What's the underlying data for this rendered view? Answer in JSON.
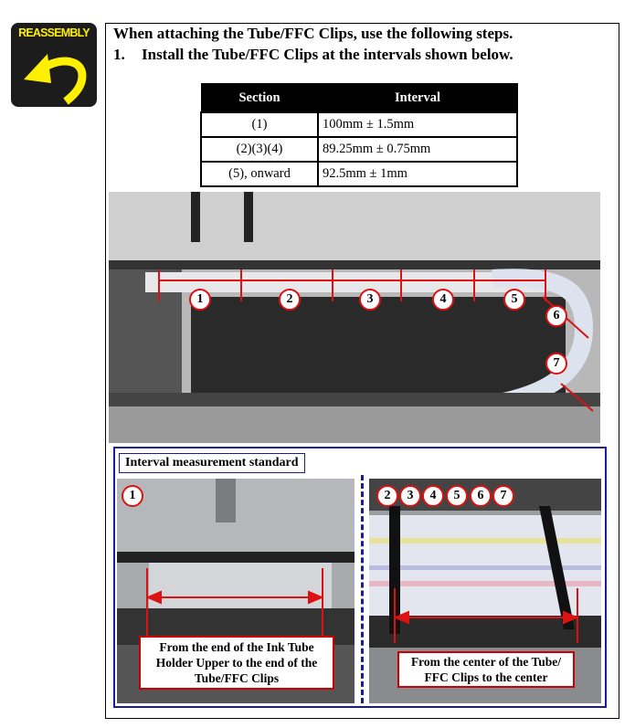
{
  "icon": {
    "label": "REASSEMBLY",
    "name": "reassembly-arrow-icon"
  },
  "intro": "When attaching the Tube/FFC Clips, use the following steps.",
  "step": {
    "number": "1.",
    "text": "Install the Tube/FFC Clips at the intervals shown below."
  },
  "table": {
    "headers": [
      "Section",
      "Interval"
    ],
    "rows": [
      [
        "(1)",
        "100mm ± 1.5mm"
      ],
      [
        "(2)(3)(4)",
        "89.25mm ± 0.75mm"
      ],
      [
        "(5), onward",
        "92.5mm ± 1mm"
      ]
    ]
  },
  "main_photo": {
    "markers": [
      "1",
      "2",
      "3",
      "4",
      "5",
      "6",
      "7"
    ]
  },
  "standard": {
    "title": "Interval measurement standard",
    "left": {
      "marker": "1",
      "caption_lines": [
        "From the end of the Ink Tube",
        "Holder Upper to the end of the",
        "Tube/FFC Clips"
      ]
    },
    "right": {
      "markers": [
        "2",
        "3",
        "4",
        "5",
        "6",
        "7"
      ],
      "caption_lines": [
        "From the center of the Tube/",
        "FFC Clips to the center"
      ]
    }
  },
  "colors": {
    "accent_red": "#dd1111",
    "frame_blue": "#1a1a9a",
    "icon_yellow": "#ffef00"
  }
}
